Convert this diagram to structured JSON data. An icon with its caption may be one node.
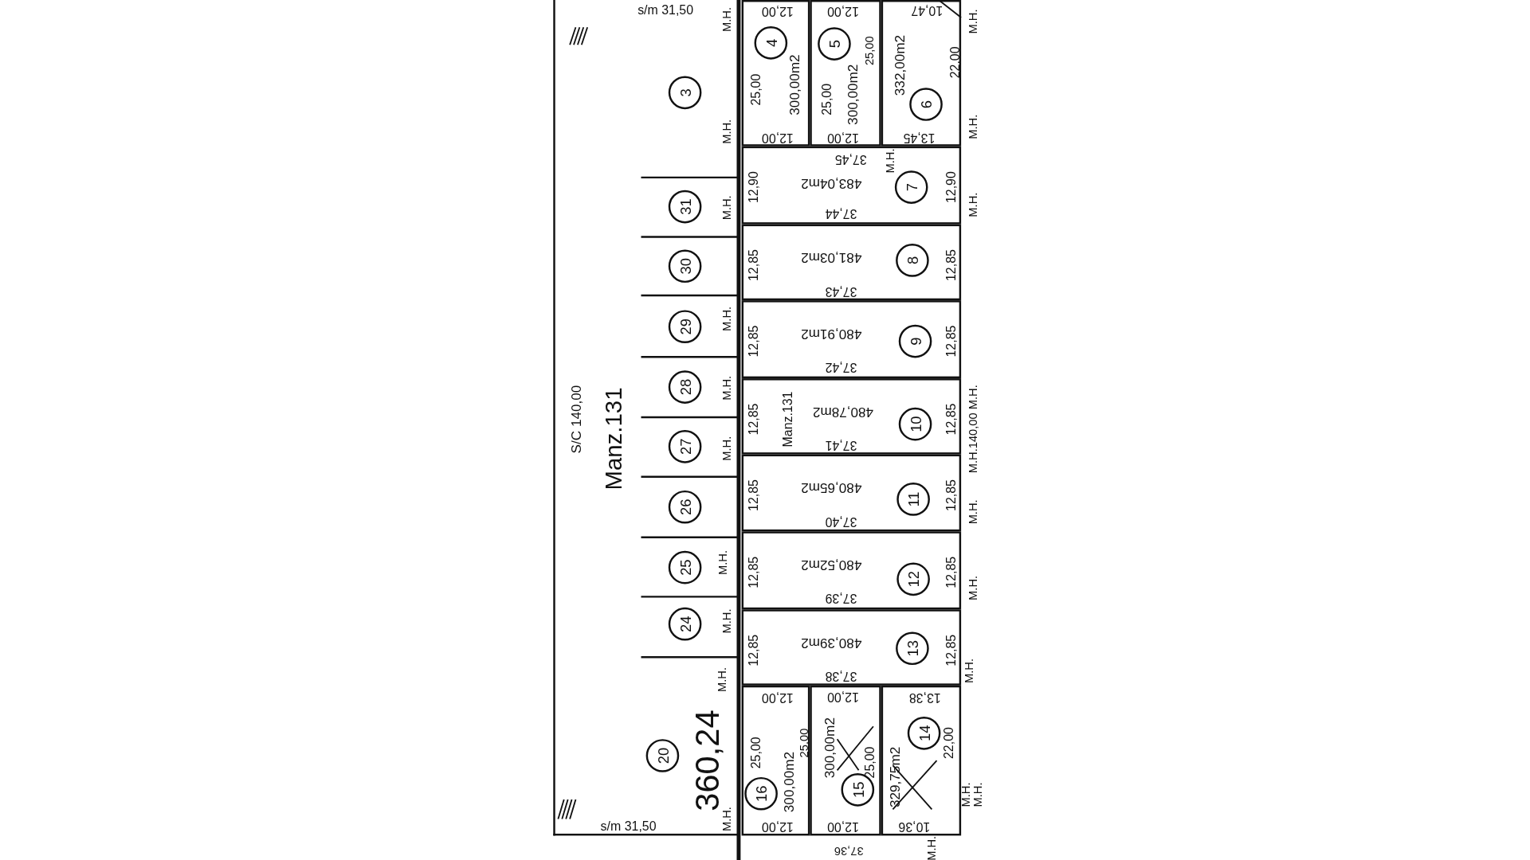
{
  "diagram": {
    "nodes": [
      {
        "text": [
          "s/m 31,50",
          "S/C 140,00",
          "Manz.131",
          "360,24",
          "s/m 31,50"
        ]
      },
      {
        "text": [
          "3"
        ],
        "in": 0
      },
      {
        "text": [
          "31"
        ],
        "in": 0
      },
      {
        "text": [
          "30"
        ],
        "in": 0
      },
      {
        "text": [
          "29"
        ],
        "in": 0
      },
      {
        "text": [
          "28"
        ],
        "in": 0
      },
      {
        "text": [
          "27"
        ],
        "in": 0
      },
      {
        "text": [
          "26"
        ],
        "in": 0
      },
      {
        "text": [
          "25"
        ],
        "in": 0
      },
      {
        "text": [
          "24"
        ],
        "in": 0
      },
      {
        "text": [
          "20"
        ],
        "in": 0
      },
      {
        "text": [
          "12,00",
          "25,00",
          "300,00m2",
          "12,00"
        ]
      },
      {
        "text": [
          "4"
        ],
        "in": 11
      },
      {
        "text": [
          "12,00",
          "25,00",
          "300,00m2",
          "25,00",
          "12,00"
        ]
      },
      {
        "text": [
          "5"
        ],
        "in": 13
      },
      {
        "text": [
          "10,47",
          "332,00m2",
          "22,00",
          "13,45"
        ]
      },
      {
        "text": [
          "6"
        ],
        "in": 15
      },
      {
        "text": [
          "12,90",
          "37,45",
          "483,04m2",
          "37,44",
          "12,90"
        ]
      },
      {
        "text": [
          "7"
        ],
        "in": 17
      },
      {
        "text": [
          "12,85",
          "481,03m2",
          "37,43",
          "12,85"
        ]
      },
      {
        "text": [
          "8"
        ],
        "in": 19
      },
      {
        "text": [
          "12,85",
          "480,91m2",
          "37,42",
          "12,85"
        ]
      },
      {
        "text": [
          "9"
        ],
        "in": 21
      },
      {
        "text": [
          "12,85",
          "Manz.131",
          "480,78m2",
          "37,41",
          "12,85"
        ]
      },
      {
        "text": [
          "10"
        ],
        "in": 23
      },
      {
        "text": [
          "12,85",
          "480,65m2",
          "37,40",
          "12,85"
        ]
      },
      {
        "text": [
          "11"
        ],
        "in": 25
      },
      {
        "text": [
          "12,85",
          "480,52m2",
          "37,39",
          "12,85"
        ]
      },
      {
        "text": [
          "12"
        ],
        "in": 27
      },
      {
        "text": [
          "12,85",
          "480,39m2",
          "37,38",
          "12,85"
        ]
      },
      {
        "text": [
          "13"
        ],
        "in": 29
      },
      {
        "text": [
          "12,00",
          "25,00",
          "300,00m2",
          "25,00",
          "12,00"
        ]
      },
      {
        "text": [
          "16"
        ],
        "in": 31
      },
      {
        "text": [
          "12,00",
          "300,00m2",
          "25,00",
          "12,00"
        ]
      },
      {
        "text": [
          "15"
        ],
        "in": 33
      },
      {
        "text": [
          "13,38",
          "329,75m2",
          "22,00",
          "10,36"
        ]
      },
      {
        "text": [
          "14"
        ],
        "in": 35
      }
    ],
    "labels": [
      "M.H.",
      "M.H.",
      "M.H.",
      "M.H.",
      "M.H.",
      "M.H.",
      "M.H.",
      "M.H.",
      "M.H.",
      "M.H.",
      "M.H.",
      "M.H.",
      "M.H.",
      "M.H.",
      "M.H.140,00 M.H.",
      "M.H.",
      "M.H.",
      "M.H.",
      "M.H.",
      "M.H.",
      "M.H.",
      "37,36"
    ]
  }
}
